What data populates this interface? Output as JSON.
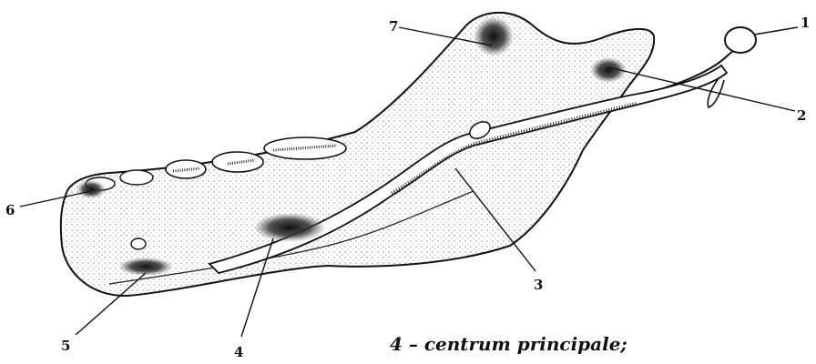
{
  "labels": {
    "n1": "1",
    "n2": "2",
    "n3": "3",
    "n4": "4",
    "n5": "5",
    "n6": "6",
    "n7": "7"
  },
  "caption": "4 – centrum principale;",
  "colors": {
    "ink": "#111111",
    "stipple": "#333333",
    "background": "#ffffff"
  }
}
